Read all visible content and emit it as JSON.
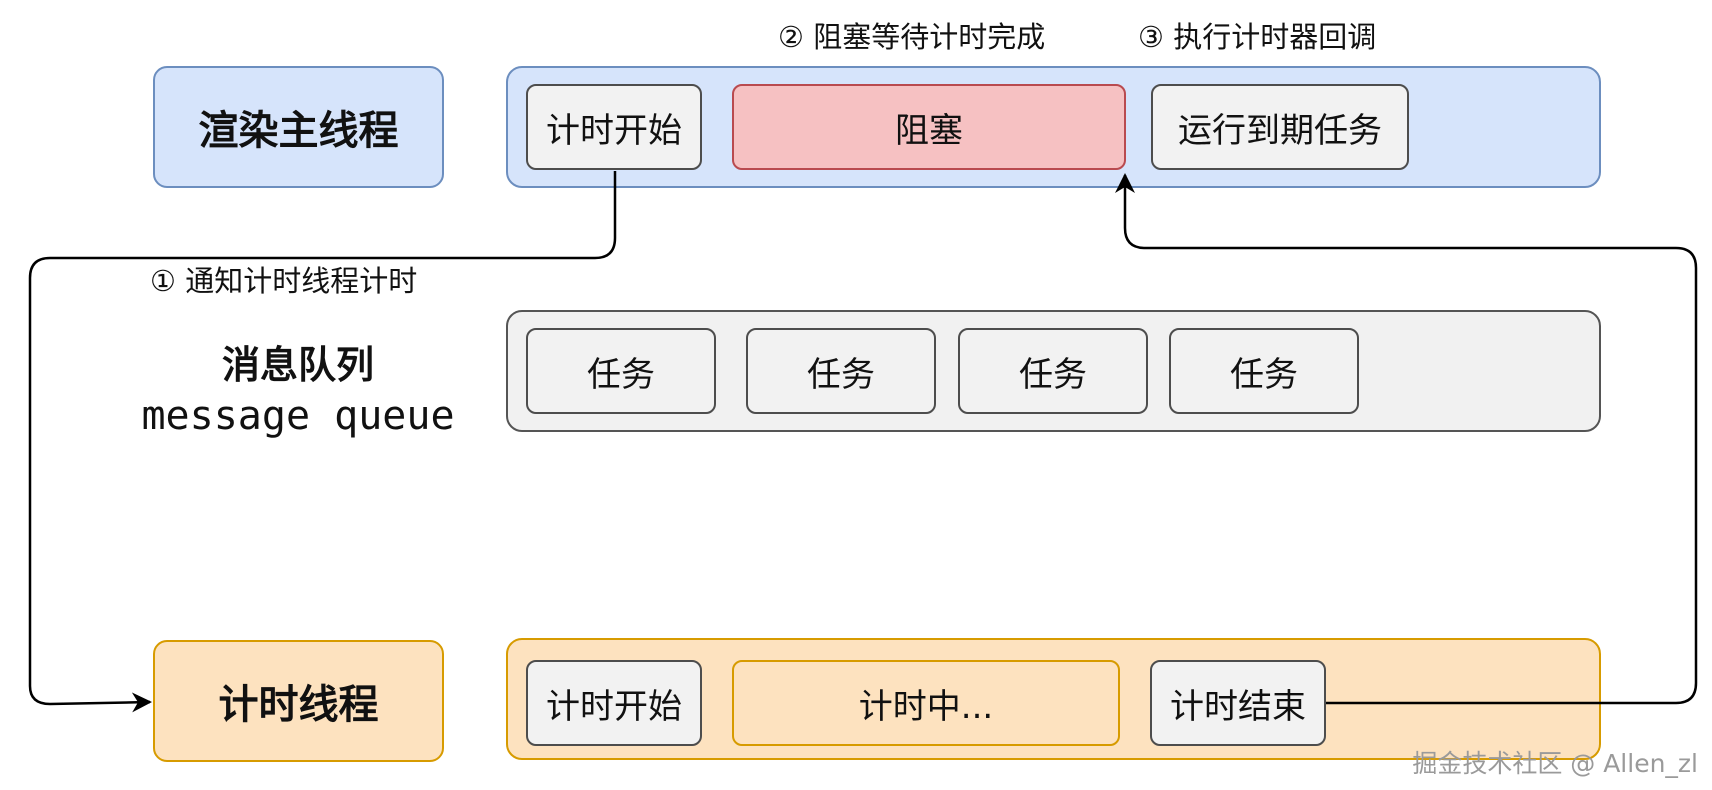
{
  "annotations": {
    "step1": "① 通知计时线程计时",
    "step2": "② 阻塞等待计时完成",
    "step3": "③ 执行计时器回调"
  },
  "render_thread": {
    "label": "渲染主线程",
    "items": [
      "计时开始",
      "阻塞",
      "运行到期任务"
    ]
  },
  "message_queue": {
    "label_cn": "消息队列",
    "label_en": "message queue",
    "tasks": [
      "任务",
      "任务",
      "任务",
      "任务"
    ]
  },
  "timer_thread": {
    "label": "计时线程",
    "items": [
      "计时开始",
      "计时中...",
      "计时结束"
    ]
  },
  "watermark": "掘金技术社区 @ Allen_zl",
  "colors": {
    "blue_fill": "#d6e4fb",
    "blue_stroke": "#6c8ebf",
    "red_fill": "#f6c1c2",
    "red_stroke": "#b94a4f",
    "orange_fill": "#fde2bf",
    "orange_stroke": "#d79b00",
    "gray_fill": "#f1f1f1"
  }
}
